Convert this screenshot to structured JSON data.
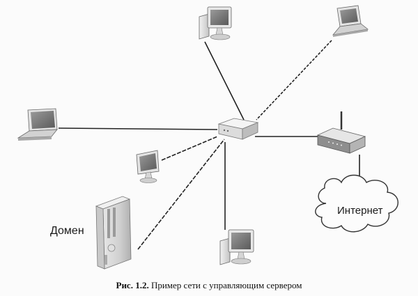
{
  "labels": {
    "domain": "Домен",
    "internet": "Интернет"
  },
  "caption": {
    "figure": "Рис. 1.2.",
    "text": "Пример сети с управляющим сервером"
  },
  "nodes": [
    {
      "id": "server",
      "icon": "network-hub-icon"
    },
    {
      "id": "laptop-top-right",
      "icon": "laptop-icon"
    },
    {
      "id": "desktop-top",
      "icon": "desktop-computer-icon"
    },
    {
      "id": "laptop-left",
      "icon": "laptop-icon"
    },
    {
      "id": "monitor-left",
      "icon": "monitor-icon"
    },
    {
      "id": "domain-server",
      "icon": "tower-server-icon"
    },
    {
      "id": "desktop-bottom",
      "icon": "desktop-computer-icon"
    },
    {
      "id": "router",
      "icon": "wifi-router-icon"
    },
    {
      "id": "internet-cloud",
      "icon": "cloud-icon"
    }
  ]
}
